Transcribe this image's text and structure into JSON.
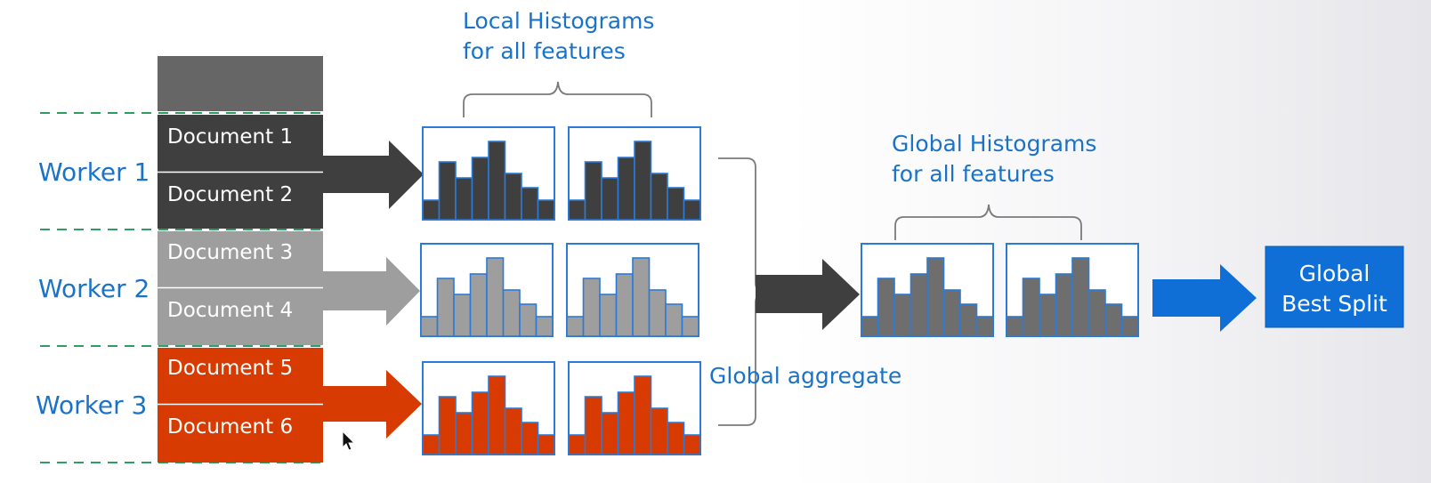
{
  "labels": {
    "local_histograms_line1": "Local Histograms",
    "local_histograms_line2": "for all features",
    "global_histograms_line1": "Global Histograms",
    "global_histograms_line2": "for all features",
    "global_aggregate": "Global aggregate",
    "global_best_split_line1": "Global",
    "global_best_split_line2": "Best Split"
  },
  "workers": [
    {
      "label": "Worker 1",
      "documents": [
        "Document 1",
        "Document 2"
      ],
      "color": "#3f3f3f"
    },
    {
      "label": "Worker 2",
      "documents": [
        "Document 3",
        "Document 4"
      ],
      "color": "#9e9e9e"
    },
    {
      "label": "Worker 3",
      "documents": [
        "Document 5",
        "Document 6"
      ],
      "color": "#d83b01"
    }
  ],
  "colors": {
    "header_block": "#666666",
    "blue_text": "#1a73c8",
    "histogram_border": "#2b7bd6",
    "global_histogram_fill": "#6e6e6e",
    "global_arrow": "#3f3f3f",
    "best_split_fill": "#0f6fd6",
    "dashed_line": "#2e9e60"
  },
  "icons": [
    "mouse-cursor-icon"
  ]
}
